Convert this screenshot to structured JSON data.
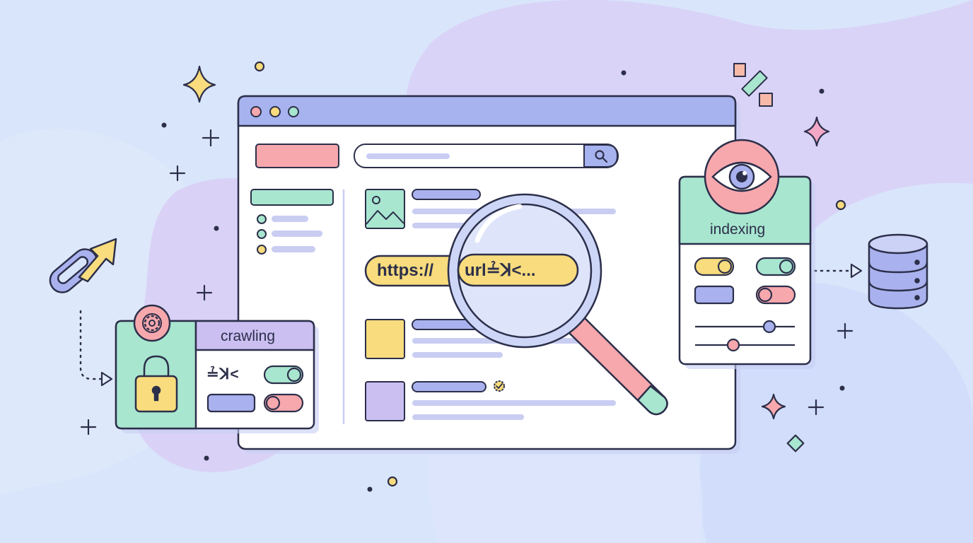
{
  "url_bar": {
    "scheme": "https://",
    "rest": "url≟ꓘ<..."
  },
  "crawling_card": {
    "title": "crawling",
    "glyph": "≟ꓘ<"
  },
  "indexing_card": {
    "title": "indexing"
  },
  "icons": {
    "chain": "link-arrow-icon",
    "gear": "gear-icon",
    "lock": "lock-icon",
    "eye": "eye-icon",
    "magnifier": "magnifying-glass-icon",
    "database": "database-icon",
    "search": "search-icon",
    "image": "image-icon",
    "check": "check-badge-icon"
  },
  "colors": {
    "background": "#d9e5fb",
    "blob": "#d6cff7",
    "outline": "#2c2f4a",
    "titlebar": "#a7b3ee",
    "mint": "#a8e6cf",
    "pink": "#f7a8ad",
    "yellow": "#f8dc7d",
    "lavender": "#cbbff2",
    "periwinkle": "#a9b2ee"
  }
}
